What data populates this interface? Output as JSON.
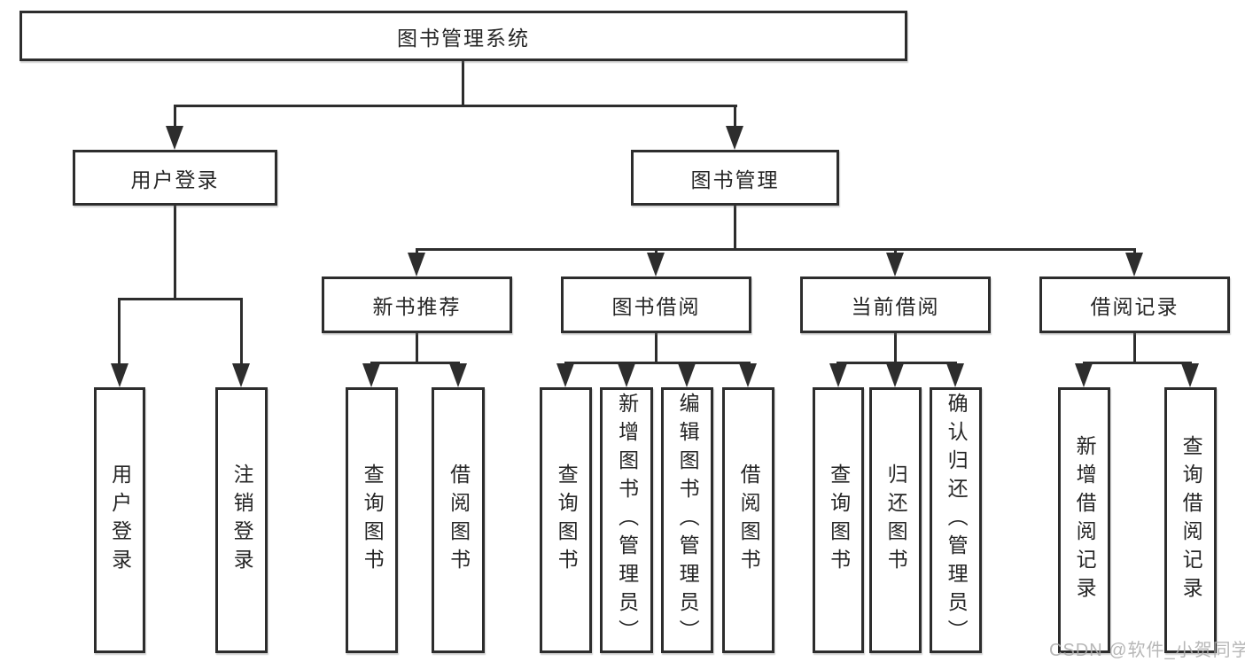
{
  "tree": {
    "label": "图书管理系统",
    "children": [
      {
        "label": "用户登录",
        "children": [
          {
            "label": "用户登录"
          },
          {
            "label": "注销登录"
          }
        ]
      },
      {
        "label": "图书管理",
        "children": [
          {
            "label": "新书推荐",
            "children": [
              {
                "label": "查询图书"
              },
              {
                "label": "借阅图书"
              }
            ]
          },
          {
            "label": "图书借阅",
            "children": [
              {
                "label": "查询图书"
              },
              {
                "label": "新增图书（管理员）"
              },
              {
                "label": "编辑图书（管理员）"
              },
              {
                "label": "借阅图书"
              }
            ]
          },
          {
            "label": "当前借阅",
            "children": [
              {
                "label": "查询图书"
              },
              {
                "label": "归还图书"
              },
              {
                "label": "确认归还（管理员）"
              }
            ]
          },
          {
            "label": "借阅记录",
            "children": [
              {
                "label": "新增借阅记录"
              },
              {
                "label": "查询借阅记录"
              }
            ]
          }
        ]
      }
    ]
  },
  "watermark": "CSDN @软件_小贺同学",
  "colors": {
    "line": "#2d2d2d",
    "box_border": "#2d2d2d",
    "box_fill": "#ffffff",
    "text": "#262626",
    "watermark": "#adadad",
    "background": "#ffffff"
  }
}
